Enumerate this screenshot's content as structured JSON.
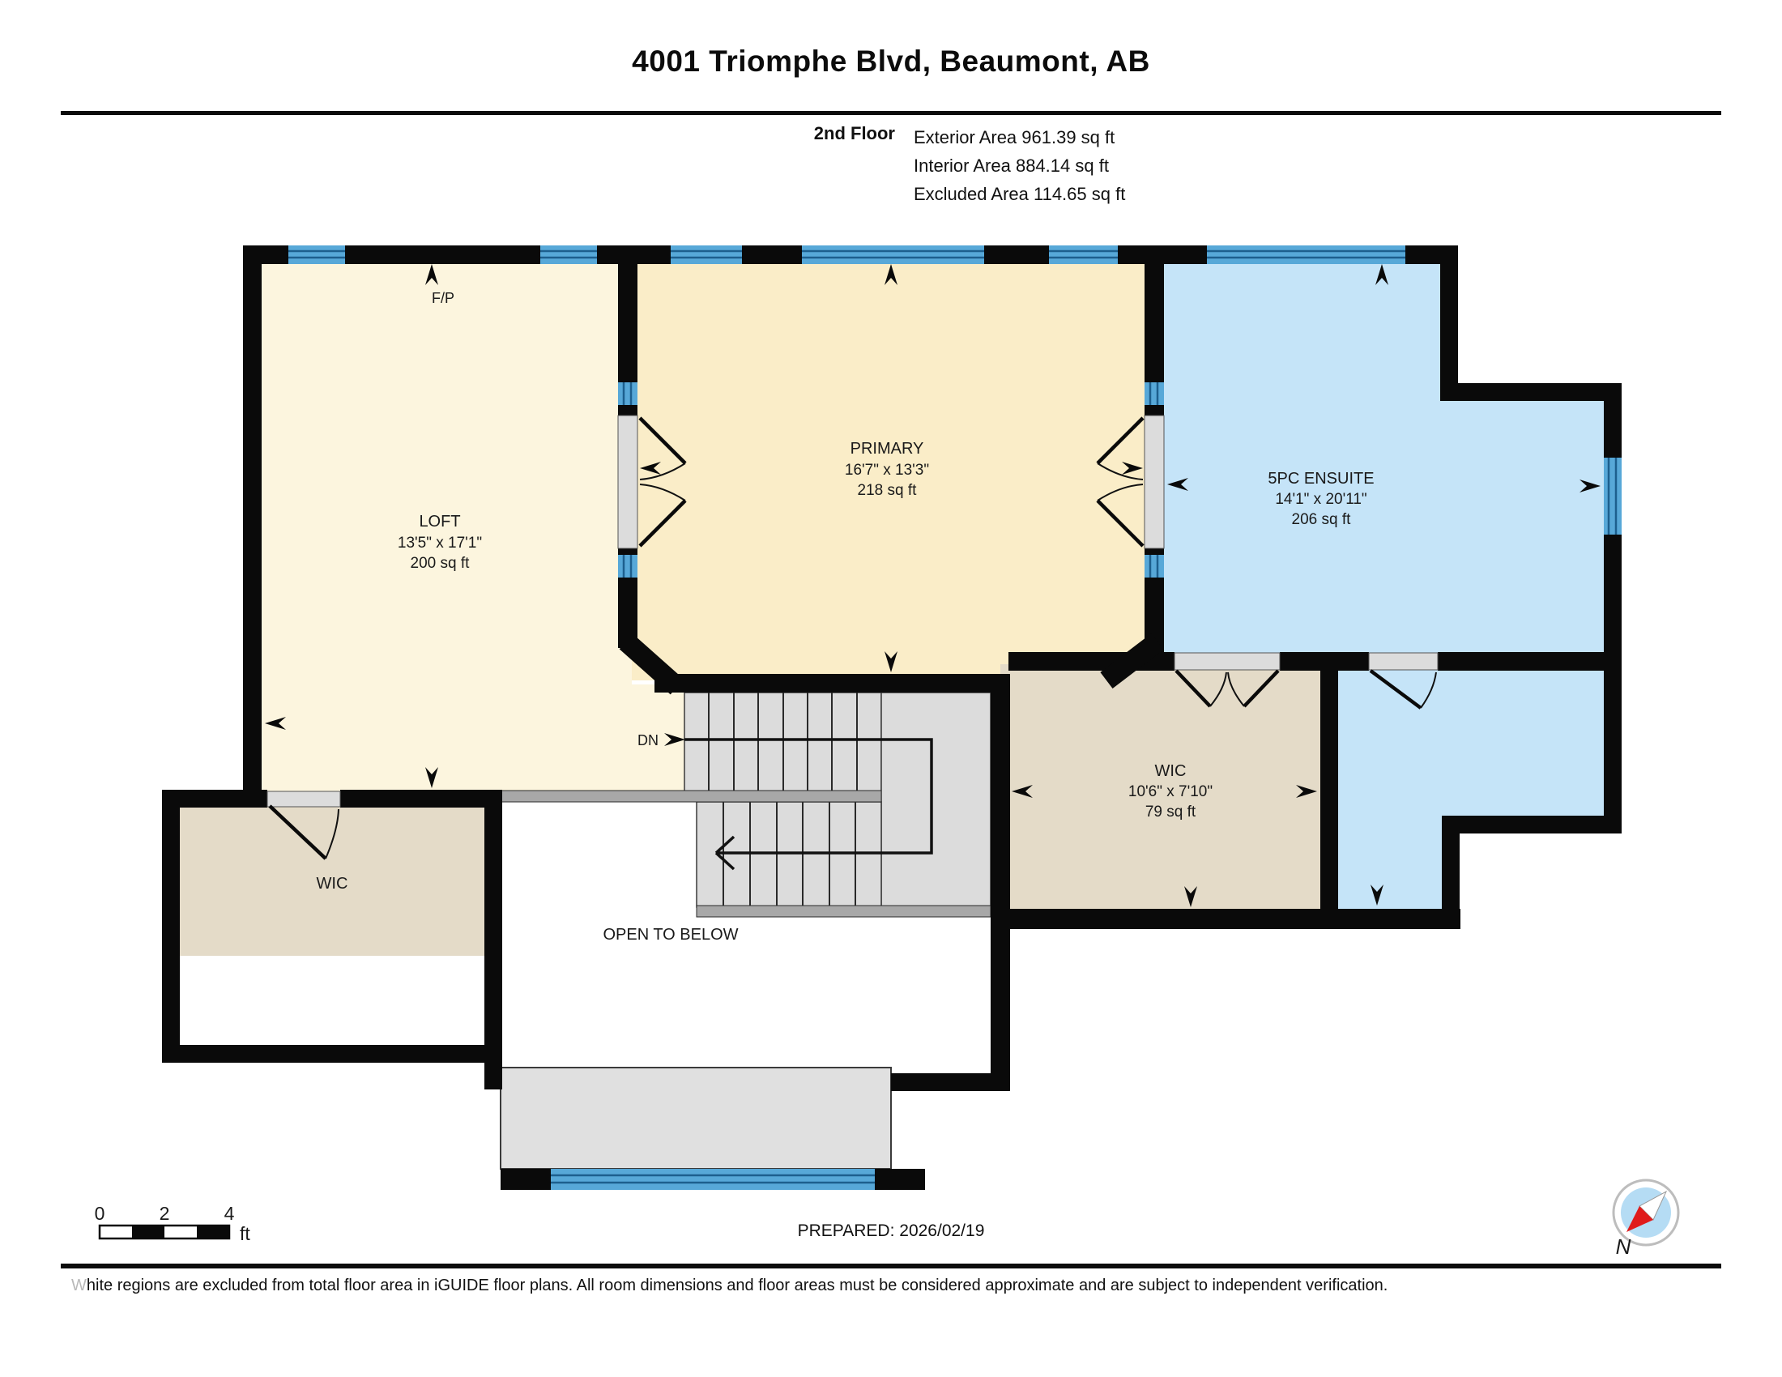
{
  "header": {
    "title": "4001 Triomphe Blvd, Beaumont, AB",
    "floor_label": "2nd Floor",
    "exterior_area": "Exterior Area 961.39 sq ft",
    "interior_area": "Interior Area 884.14 sq ft",
    "excluded_area": "Excluded Area 114.65 sq ft"
  },
  "rooms": {
    "loft": {
      "name": "LOFT",
      "dims": "13'5\" x 17'1\"",
      "area": "200 sq ft"
    },
    "primary": {
      "name": "PRIMARY",
      "dims": "16'7\" x 13'3\"",
      "area": "218 sq ft"
    },
    "ensuite": {
      "name": "5PC ENSUITE",
      "dims": "14'1\" x 20'11\"",
      "area": "206 sq ft"
    },
    "wic": {
      "name": "WIC",
      "dims": "10'6\" x 7'10\"",
      "area": "79 sq ft"
    },
    "wic_lower": {
      "name": "WIC"
    },
    "open_below": {
      "label": "OPEN TO BELOW"
    }
  },
  "annotations": {
    "fireplace": "F/P",
    "down": "DN",
    "north": "N"
  },
  "scale_bar": {
    "t0": "0",
    "t2": "2",
    "t4": "4",
    "unit": "ft"
  },
  "footer": {
    "prepared": "PREPARED: 2026/02/19",
    "disclaimer": "White regions are excluded from total floor area in iGUIDE floor plans. All room dimensions and floor areas must be considered approximate and are subject to independent verification."
  },
  "colors": {
    "wall": "#0a0a0a",
    "loft_fill": "#fcf5de",
    "primary_fill": "#faedc8",
    "blue_fill": "#c5e4f8",
    "tan_fill": "#e4dbc8",
    "stair_fill": "#dcdcdc",
    "window_blue": "#57a8d8",
    "compass_red": "#e01b1b"
  }
}
